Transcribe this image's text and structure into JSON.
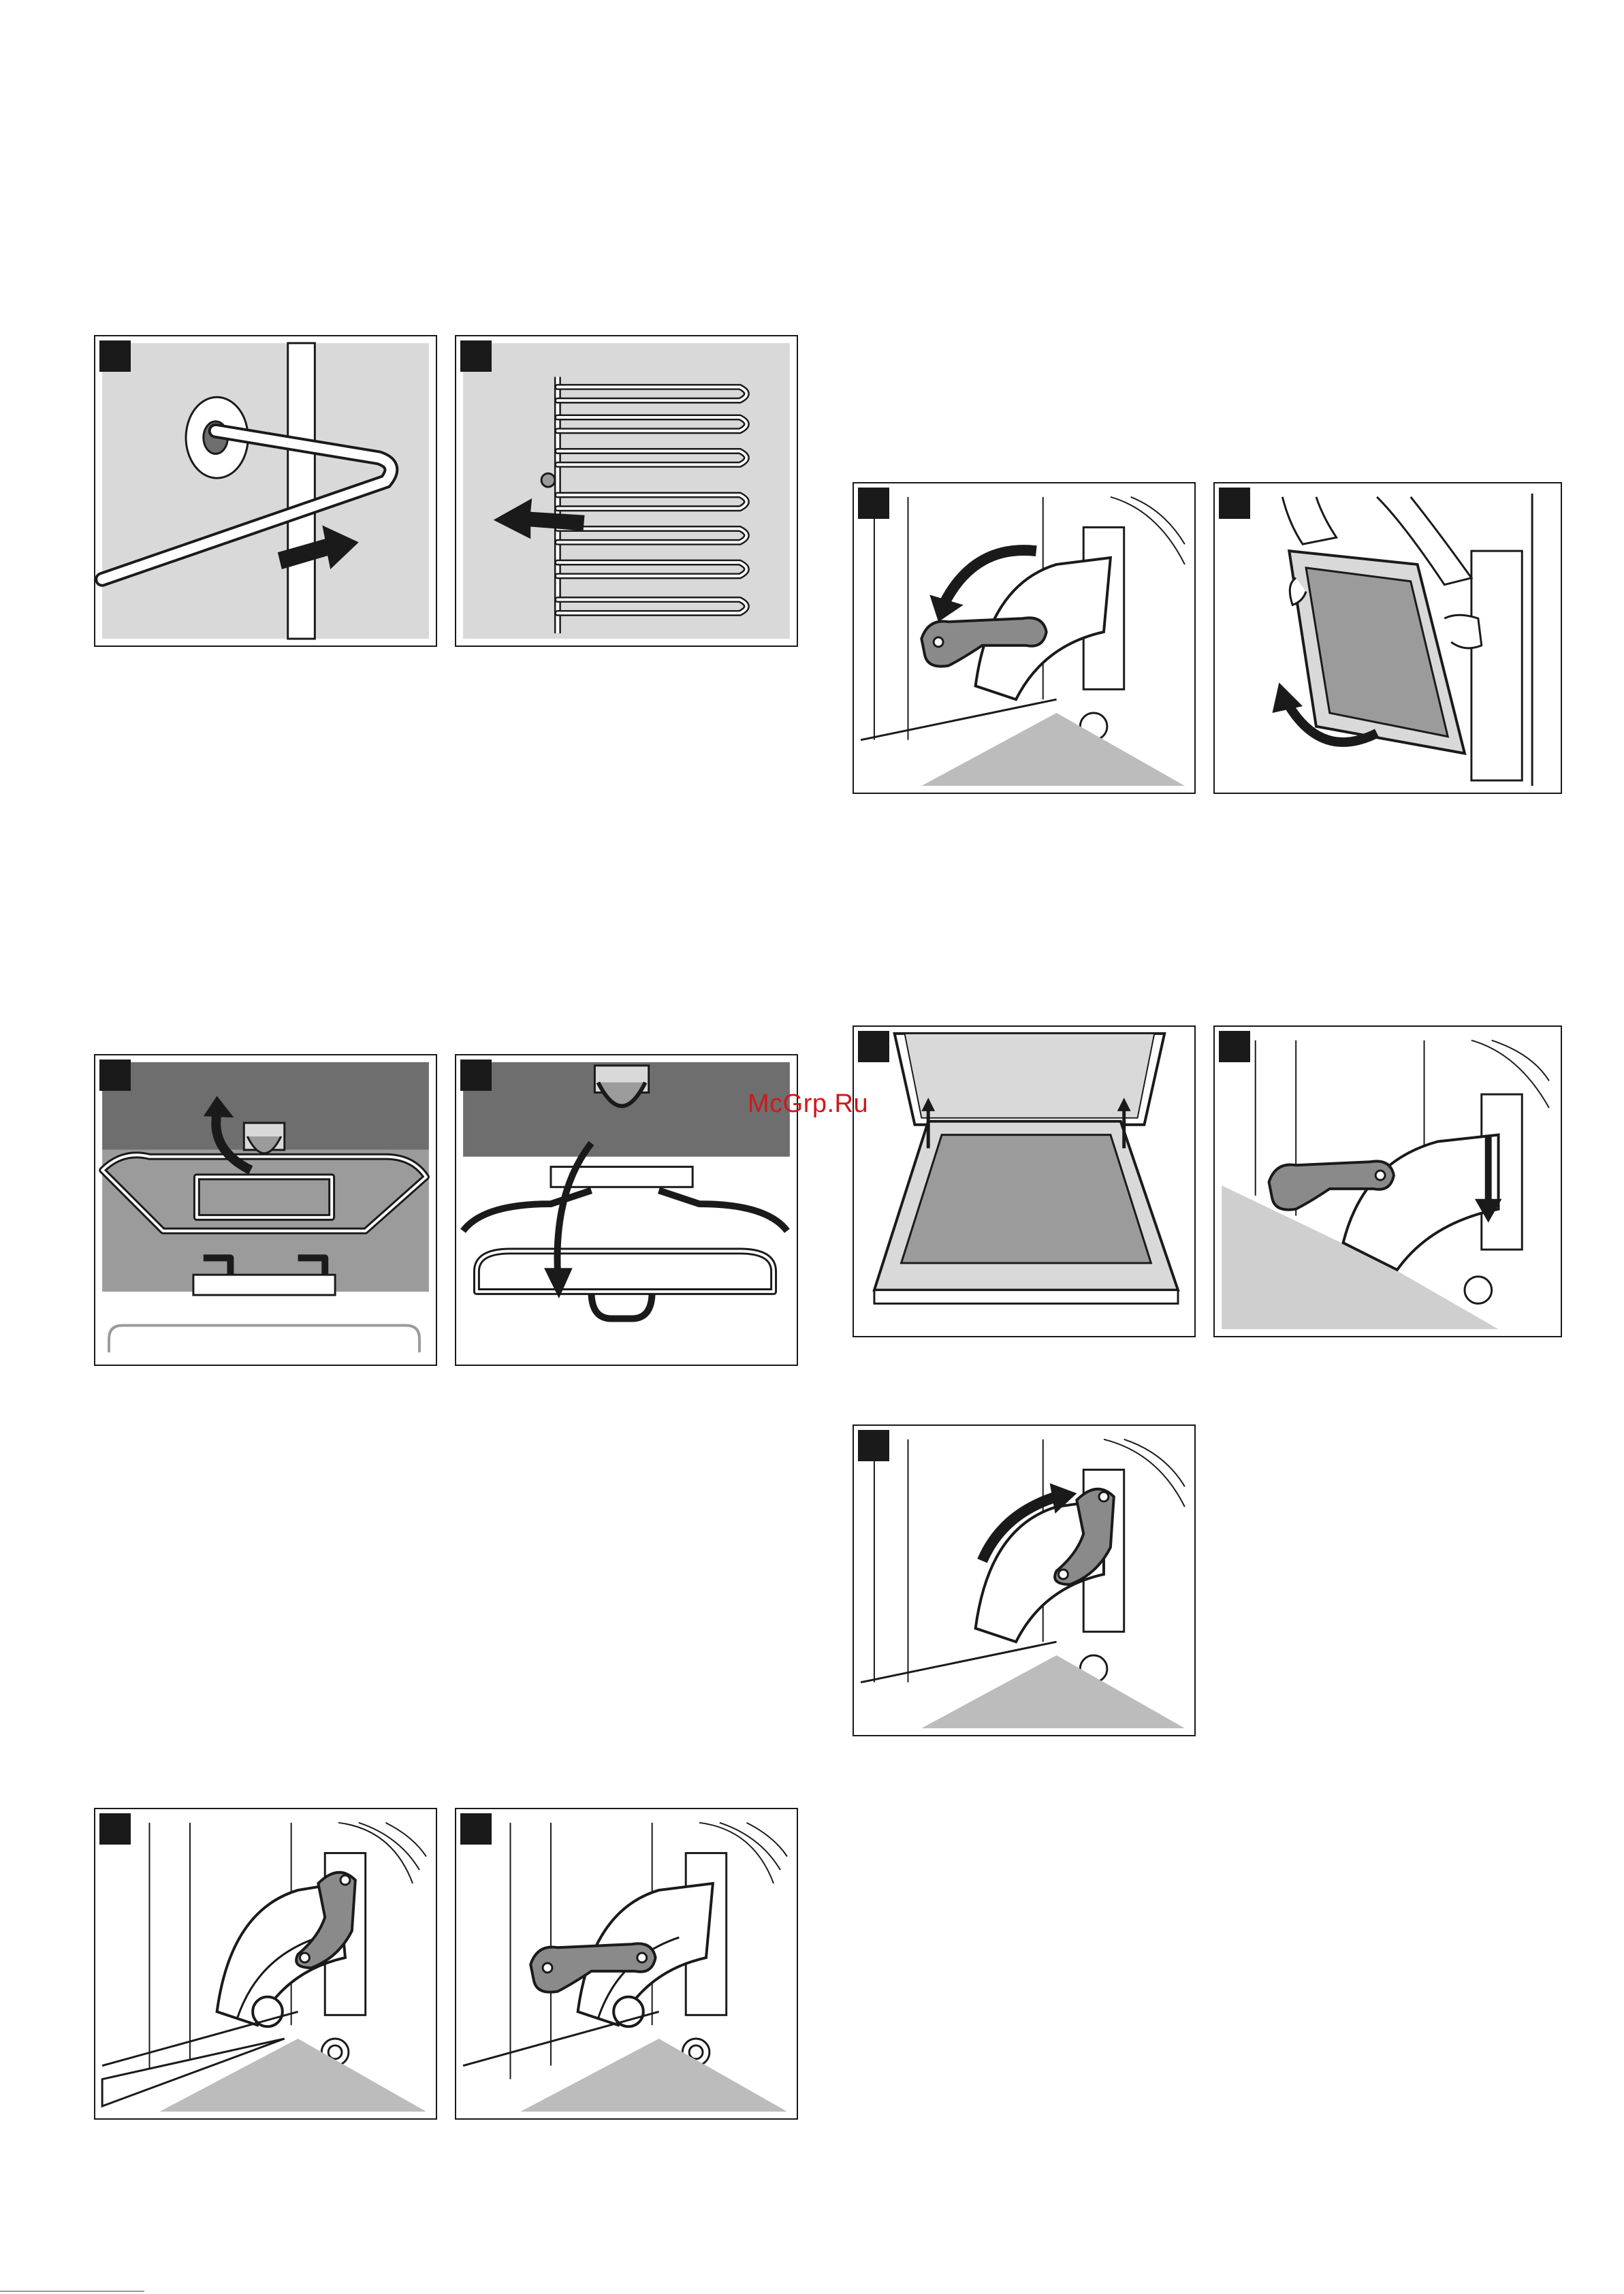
{
  "watermark": {
    "text": "McGrp.Ru",
    "color": "#d0181b"
  },
  "icons": [
    "arrow-right-icon",
    "arrow-left-icon",
    "arrow-curved-icon",
    "arrow-down-icon",
    "arrow-up-icon"
  ],
  "palette": {
    "line": "#1a1a1a",
    "panel_gray": "#d9d9d9",
    "dark_gray": "#6e6e6e",
    "mid_gray": "#9b9b9b"
  },
  "figures": [
    {
      "id": "fig-1",
      "description_name": "shelf-support-release"
    },
    {
      "id": "fig-2",
      "description_name": "shelf-support-remove"
    },
    {
      "id": "fig-3",
      "description_name": "rail-detach"
    },
    {
      "id": "fig-4",
      "description_name": "rail-attach"
    },
    {
      "id": "fig-5",
      "description_name": "hinge-lever-closed"
    },
    {
      "id": "fig-6",
      "description_name": "hinge-lever-open"
    },
    {
      "id": "fig-7",
      "description_name": "hinge-lever-fold"
    },
    {
      "id": "fig-8",
      "description_name": "door-lift-off"
    },
    {
      "id": "fig-9",
      "description_name": "door-reinsert"
    },
    {
      "id": "fig-10",
      "description_name": "hinge-slot-insert"
    },
    {
      "id": "fig-11",
      "description_name": "hinge-lever-close"
    }
  ]
}
